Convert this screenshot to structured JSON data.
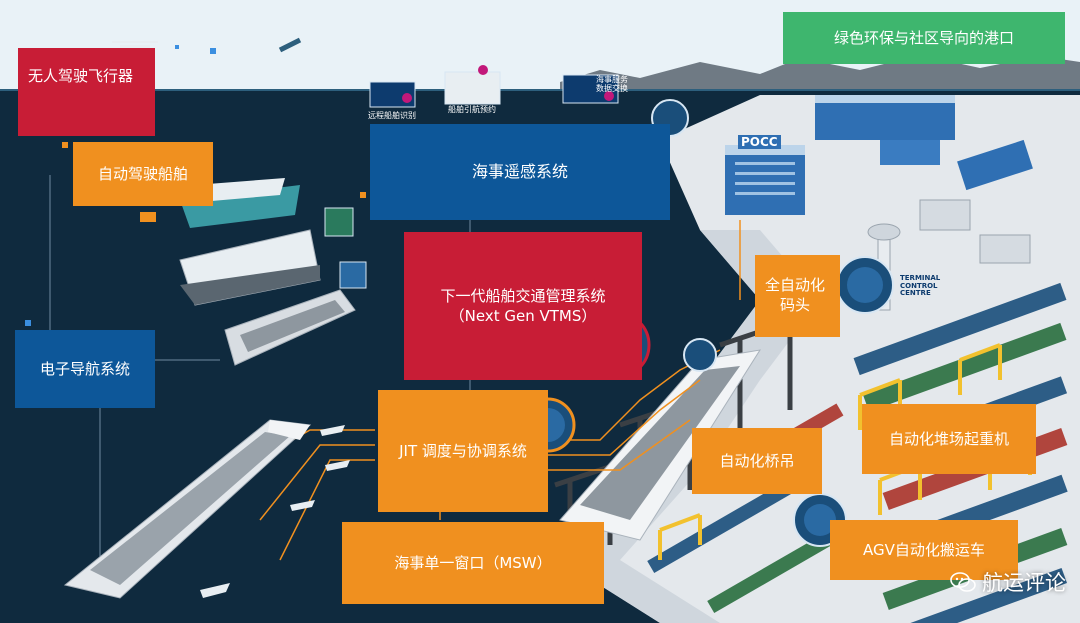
{
  "labels": {
    "drone": "无人驾驶飞行器",
    "auto_ship": "自动驾驶船舶",
    "enav": "电子导航系统",
    "remote_sensing": "海事遥感系统",
    "vtms": "下一代船舶交通管理系统\n（Next Gen VTMS）",
    "jit": "JIT 调度与协调系统",
    "msw": "海事单一窗口（MSW）",
    "green_port": "绿色环保与社区导向的港口",
    "auto_terminal": "全自动化\n码头",
    "quay_crane": "自动化桥吊",
    "yard_crane": "自动化堆场起重机",
    "agv": "AGV自动化搬运车"
  },
  "small_labels": {
    "pocc": "POCC",
    "tcc": "TERMINAL\nCONTROL\nCENTRE",
    "mini1": "远程船舶识别",
    "mini2": "船舶引航预约",
    "mini3": "海事服务\n数据交换"
  },
  "watermark": "航运评论",
  "colors": {
    "orange": "#f0901f",
    "red": "#c81d36",
    "blue": "#0d5799",
    "green": "#3eb66e",
    "sea": "#0f2a3e"
  }
}
